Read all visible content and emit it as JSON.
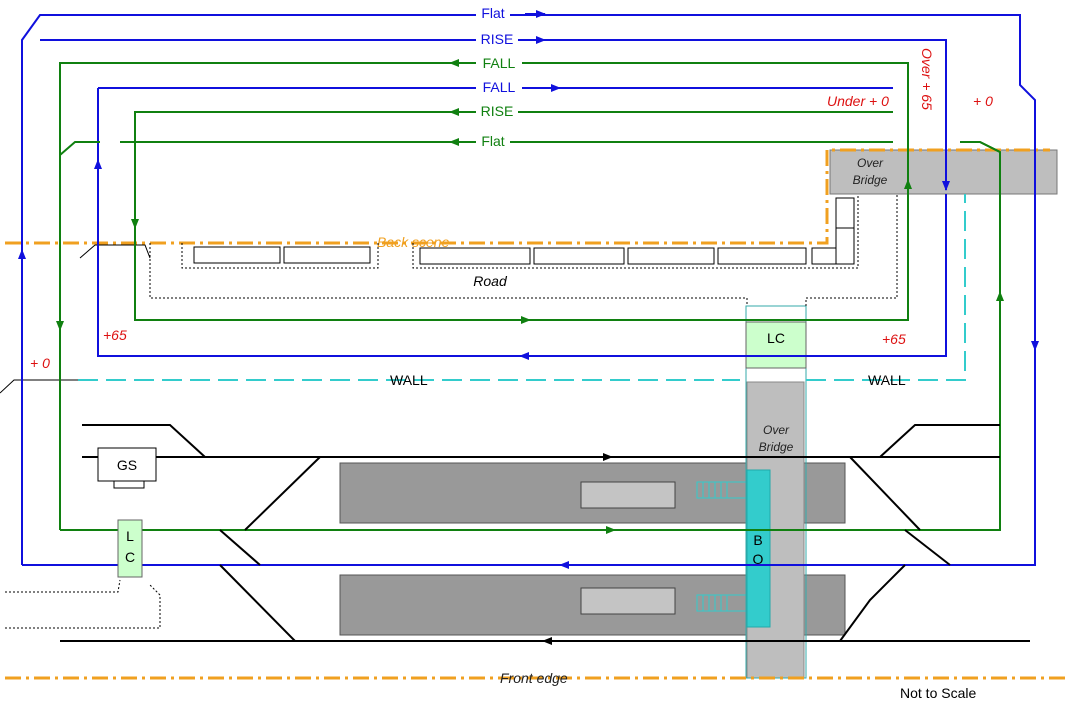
{
  "colors": {
    "blue": "#1010dd",
    "green": "#108010",
    "red": "#dd1111",
    "orange": "#f0a020",
    "cyan": "#33cccc",
    "grey": "#bebebe",
    "platform": "#999999",
    "lc_fill": "#ccffcc",
    "black": "#000000"
  },
  "tracks": {
    "flat_top": "Flat",
    "rise_top": "RISE",
    "fall_outer": "FALL",
    "fall_inner": "FALL",
    "rise_inner": "RISE",
    "flat_inner": "Flat"
  },
  "heights": {
    "over65": "Over + 65",
    "under0": "Under + 0",
    "plus0_right": "+ 0",
    "plus65_left": "+65",
    "plus65_right": "+65",
    "plus0_left": "+ 0"
  },
  "scenery": {
    "back_scene": "Back scene",
    "road": "Road",
    "front_edge": "Front edge",
    "wall_left": "WALL",
    "wall_right": "WALL"
  },
  "structures": {
    "over_bridge_top_1": "Over",
    "over_bridge_top_2": "Bridge",
    "over_bridge_mid_1": "Over",
    "over_bridge_mid_2": "Bridge",
    "lc_top": "LC",
    "lc_left_1": "L",
    "lc_left_2": "C",
    "gs": "GS",
    "bo_1": "B",
    "bo_2": "O"
  },
  "note": "Not to Scale"
}
